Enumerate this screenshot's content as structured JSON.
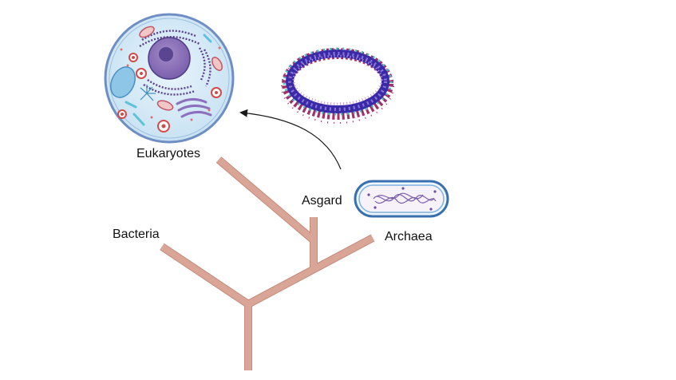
{
  "labels": {
    "eukaryotes": "Eukaryotes",
    "asgard": "Asgard",
    "bacteria": "Bacteria",
    "archaea": "Archaea"
  },
  "colors": {
    "tree_branch": "#d9a597",
    "tree_branch_edge": "#c48b7d",
    "cell_fill": "#d8ecf7",
    "cell_border": "#6e8ec4",
    "nucleus": "#6b4f9e",
    "archaea_border": "#3a6fb0",
    "ring_blue": "#3b2aa8",
    "ring_teal": "#46c4c4",
    "ring_magenta": "#a0306a",
    "arrow": "#1a1a1a"
  },
  "icons": [
    "eukaryotic-cell-icon",
    "protein-ring-icon",
    "archaeon-cell-icon"
  ]
}
